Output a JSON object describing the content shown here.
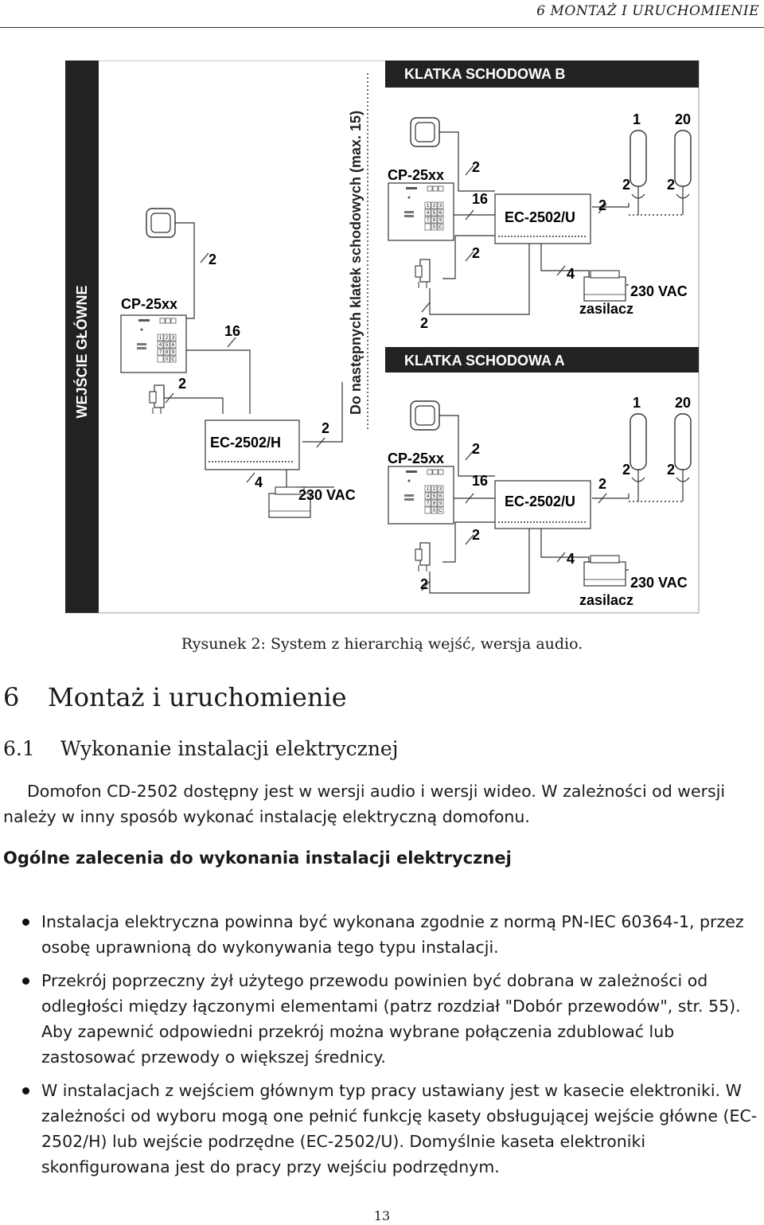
{
  "header": {
    "running_title": "6  MONTAŻ I URUCHOMIENIE"
  },
  "figure": {
    "main_entrance_label": "WEJŚCIE GŁÓWNE",
    "vertical_label": "Do następnych klatek schodowych (max. 15)",
    "stair_b_label": "KLATKA SCHODOWA B",
    "stair_a_label": "KLATKA SCHODOWA A",
    "panel_label": "CP-25xx",
    "main_unit_label": "EC-2502/H",
    "sub_unit_label": "EC-2502/U",
    "power_label": "230 VAC",
    "supply_label": "zasilacz",
    "wire_2": "2",
    "wire_4": "4",
    "wire_16": "16",
    "handset_first": "1",
    "handset_last": "20",
    "keypad_keys": [
      "1",
      "2",
      "3",
      "4",
      "5",
      "6",
      "7",
      "8",
      "9",
      "0",
      "C"
    ]
  },
  "caption": "Rysunek 2: System z hierarchią wejść, wersja audio.",
  "section": {
    "number": "6",
    "title": "Montaż i uruchomienie"
  },
  "subsection": {
    "number": "6.1",
    "title": "Wykonanie instalacji elektrycznej"
  },
  "intro": "Domofon CD-2502 dostępny jest w wersji audio i wersji wideo. W zależności od wersji należy w inny sposób wykonać instalację elektryczną domofonu.",
  "general_heading": "Ogólne zalecenia do wykonania instalacji elektrycznej",
  "bullets": [
    "Instalacja elektryczna powinna być wykonana zgodnie z normą PN-IEC 60364-1, przez osobę uprawnioną do wykonywania tego typu instalacji.",
    "Przekrój poprzeczny żył użytego przewodu powinien być dobrana w zależności od odległości między łączonymi elementami (patrz rozdział \"Dobór przewodów\", str. 55). Aby zapewnić odpowiedni przekrój można wybrane połączenia zdublować lub zastosować przewody o większej średnicy.",
    "W instalacjach z wejściem głównym typ pracy ustawiany jest w kasecie elektroniki. W zależności od wyboru mogą one pełnić funkcję kasety obsługującej wejście główne (EC-2502/H) lub wejście podrzędne (EC-2502/U). Domyślnie kaseta elektroniki skonfigurowana jest do pracy przy wejściu podrzędnym."
  ],
  "page_number": "13"
}
